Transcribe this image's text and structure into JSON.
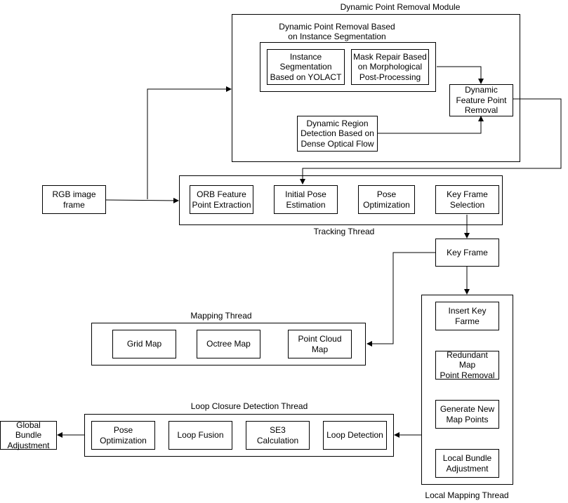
{
  "dynamic_module": {
    "title": "Dynamic Point Removal Module",
    "instance_seg": {
      "title": "Dynamic Point Removal Based\non Instance Segmentation",
      "yolact": "Instance\nSegmentation\nBased on YOLACT",
      "mask_repair": "Mask Repair Based\non Morphological\nPost-Processing"
    },
    "feature_removal": "Dynamic\nFeature Point\nRemoval",
    "optical_flow": "Dynamic Region\nDetection Based on\nDense Optical Flow"
  },
  "input": {
    "rgb": "RGB image\nframe"
  },
  "tracking": {
    "title": "Tracking Thread",
    "orb": "ORB Feature\nPoint Extraction",
    "initial_pose": "Initial Pose\nEstimation",
    "pose_opt": "Pose\nOptimization",
    "keyframe_sel": "Key Frame\nSelection"
  },
  "keyframe": "Key Frame",
  "mapping": {
    "title": "Mapping Thread",
    "grid": "Grid Map",
    "octree": "Octree Map",
    "pointcloud": "Point Cloud\nMap"
  },
  "local_mapping": {
    "title": "Local Mapping Thread",
    "insert": "Insert Key\nFarme",
    "redundant": "Redundant Map\nPoint Removal",
    "generate": "Generate New\nMap Points",
    "local_ba": "Local Bundle\nAdjustment"
  },
  "loop": {
    "title": "Loop Closure Detection Thread",
    "pose_opt": "Pose\nOptimization",
    "fusion": "Loop Fusion",
    "se3": "SE3 Calculation",
    "detection": "Loop Detection"
  },
  "global_ba": "Global Bundle\nAdjustment"
}
